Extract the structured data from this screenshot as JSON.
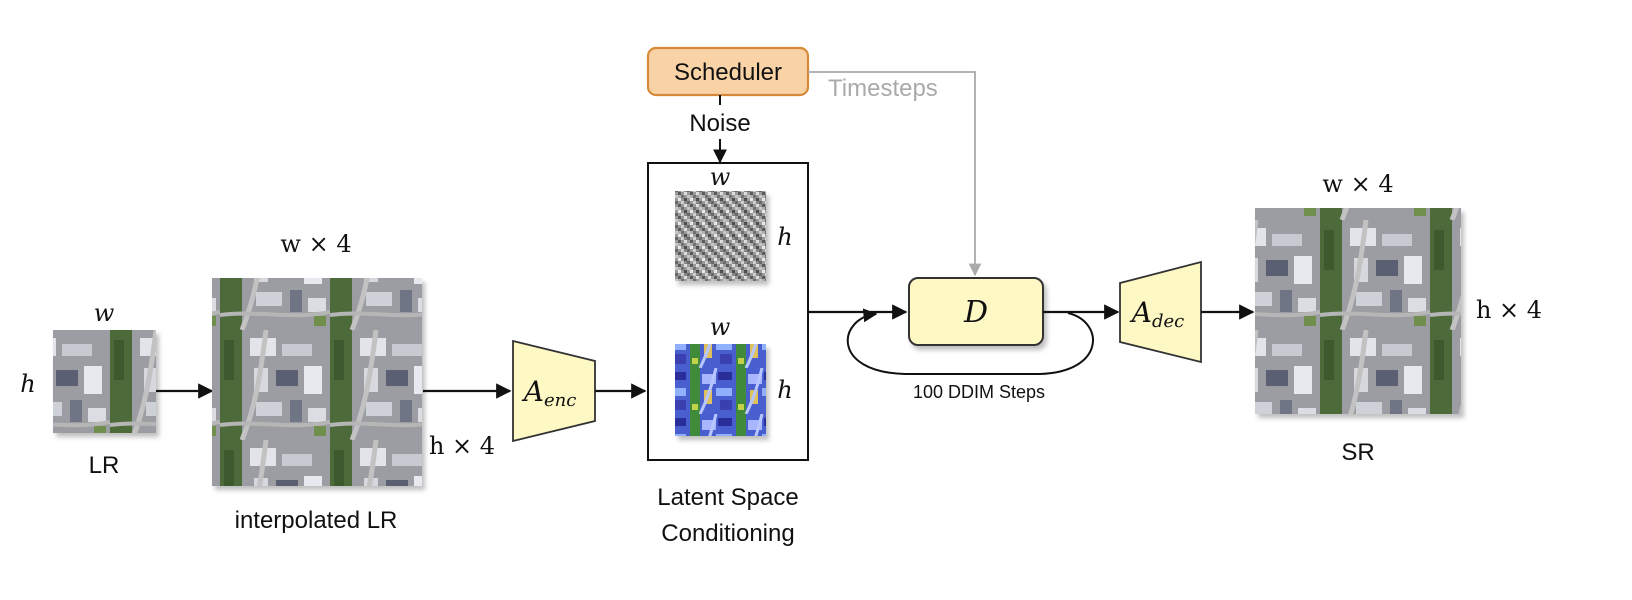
{
  "nodes": {
    "scheduler": "Scheduler",
    "encoder": {
      "symbol": "A",
      "subscript": "enc"
    },
    "diffusion": {
      "symbol": "D"
    },
    "decoder": {
      "symbol": "A",
      "subscript": "dec"
    }
  },
  "edges": {
    "noise": "Noise",
    "timesteps": "Timesteps",
    "ddim_steps": "100 DDIM Steps"
  },
  "images": {
    "lr": {
      "caption": "LR",
      "width_label": "w",
      "height_label": "h"
    },
    "interpolated": {
      "caption": "interpolated LR",
      "width_label": "w × 4",
      "height_label": "h × 4"
    },
    "latent_noise": {
      "width_label": "w",
      "height_label": "h"
    },
    "latent_cond": {
      "width_label": "w",
      "height_label": "h"
    },
    "sr": {
      "caption": "SR",
      "width_label": "w × 4",
      "height_label": "h × 4"
    }
  },
  "latent_box": {
    "caption_line1": "Latent Space",
    "caption_line2": "Conditioning"
  },
  "colors": {
    "scheduler_fill": "#f9d3a6",
    "scheduler_stroke": "#d48a3a",
    "block_fill": "#fdf8c4",
    "block_stroke": "#333333",
    "timesteps_gray": "#aaaaaa"
  }
}
